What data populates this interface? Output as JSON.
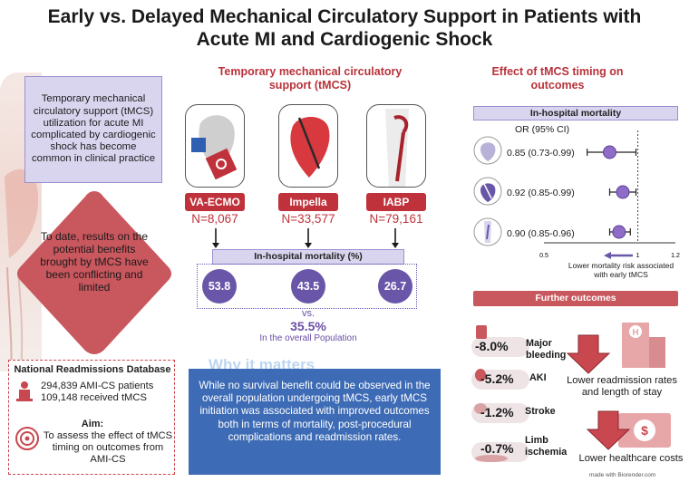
{
  "title": {
    "line1": "Early vs. Delayed Mechanical Circulatory Support in Patients with",
    "line2": "Acute MI and Cardiogenic Shock"
  },
  "left": {
    "intro": "Temporary mechanical circulatory support (tMCS) utilization for acute MI complicated by cardiogenic shock has become common in clinical practice",
    "diamond": "To date, results on the potential benefits brought by tMCS have been conflicting and limited",
    "nrd": {
      "title": "National Readmissions Database",
      "line1": "294,839 AMI-CS patients",
      "line2": "109,148 received tMCS",
      "aim_title": "Aim:",
      "aim_text": "To assess the effect of tMCS timing on outcomes from AMI-CS"
    }
  },
  "middle": {
    "header": "Temporary mechanical circulatory support (tMCS)",
    "devices": [
      {
        "label": "VA-ECMO",
        "n": "N=8,067",
        "mortality": "53.8"
      },
      {
        "label": "Impella",
        "n": "N=33,577",
        "mortality": "43.5"
      },
      {
        "label": "IABP",
        "n": "N=79,161",
        "mortality": "26.7"
      }
    ],
    "mortality_bar": "In-hospital mortality (%)",
    "vs": "vs.",
    "overall_value": "35.5%",
    "overall_label": "In the overall Population",
    "why_title": "Why it matters",
    "why_text": "While no survival benefit could be observed in the overall population undergoing tMCS, early tMCS initiation was associated with improved outcomes both in terms of mortality, post-procedural complications and readmission rates."
  },
  "right": {
    "header": "Effect of tMCS timing on outcomes",
    "mortality_bar": "In-hospital mortality",
    "or_header": "OR (95% CI)",
    "or_rows": [
      {
        "text": "0.85 (0.73-0.99)",
        "or": 0.85,
        "lo": 0.73,
        "hi": 0.99
      },
      {
        "text": "0.92 (0.85-0.99)",
        "or": 0.92,
        "lo": 0.85,
        "hi": 0.99
      },
      {
        "text": "0.90 (0.85-0.96)",
        "or": 0.9,
        "lo": 0.85,
        "hi": 0.96
      }
    ],
    "axis_min": "0.5",
    "axis_mid": "1",
    "axis_max": "1.2",
    "arrow_text": "Lower mortality risk associated with early tMCS",
    "further_bar": "Further outcomes",
    "outcomes": [
      {
        "pct": "-8.0%",
        "label": "Major bleeding"
      },
      {
        "pct": "-5.2%",
        "label": "AKI"
      },
      {
        "pct": "-1.2%",
        "label": "Stroke"
      },
      {
        "pct": "-0.7%",
        "label": "Limb ischemia"
      }
    ],
    "readmission_text": "Lower readmission rates and length of stay",
    "cost_text": "Lower healthcare costs"
  },
  "credit": "made with Biorender.com",
  "colors": {
    "red": "#c0323b",
    "purple": "#6a56a8",
    "lavender": "#d9d5ef",
    "blue": "#3d6bb5"
  }
}
